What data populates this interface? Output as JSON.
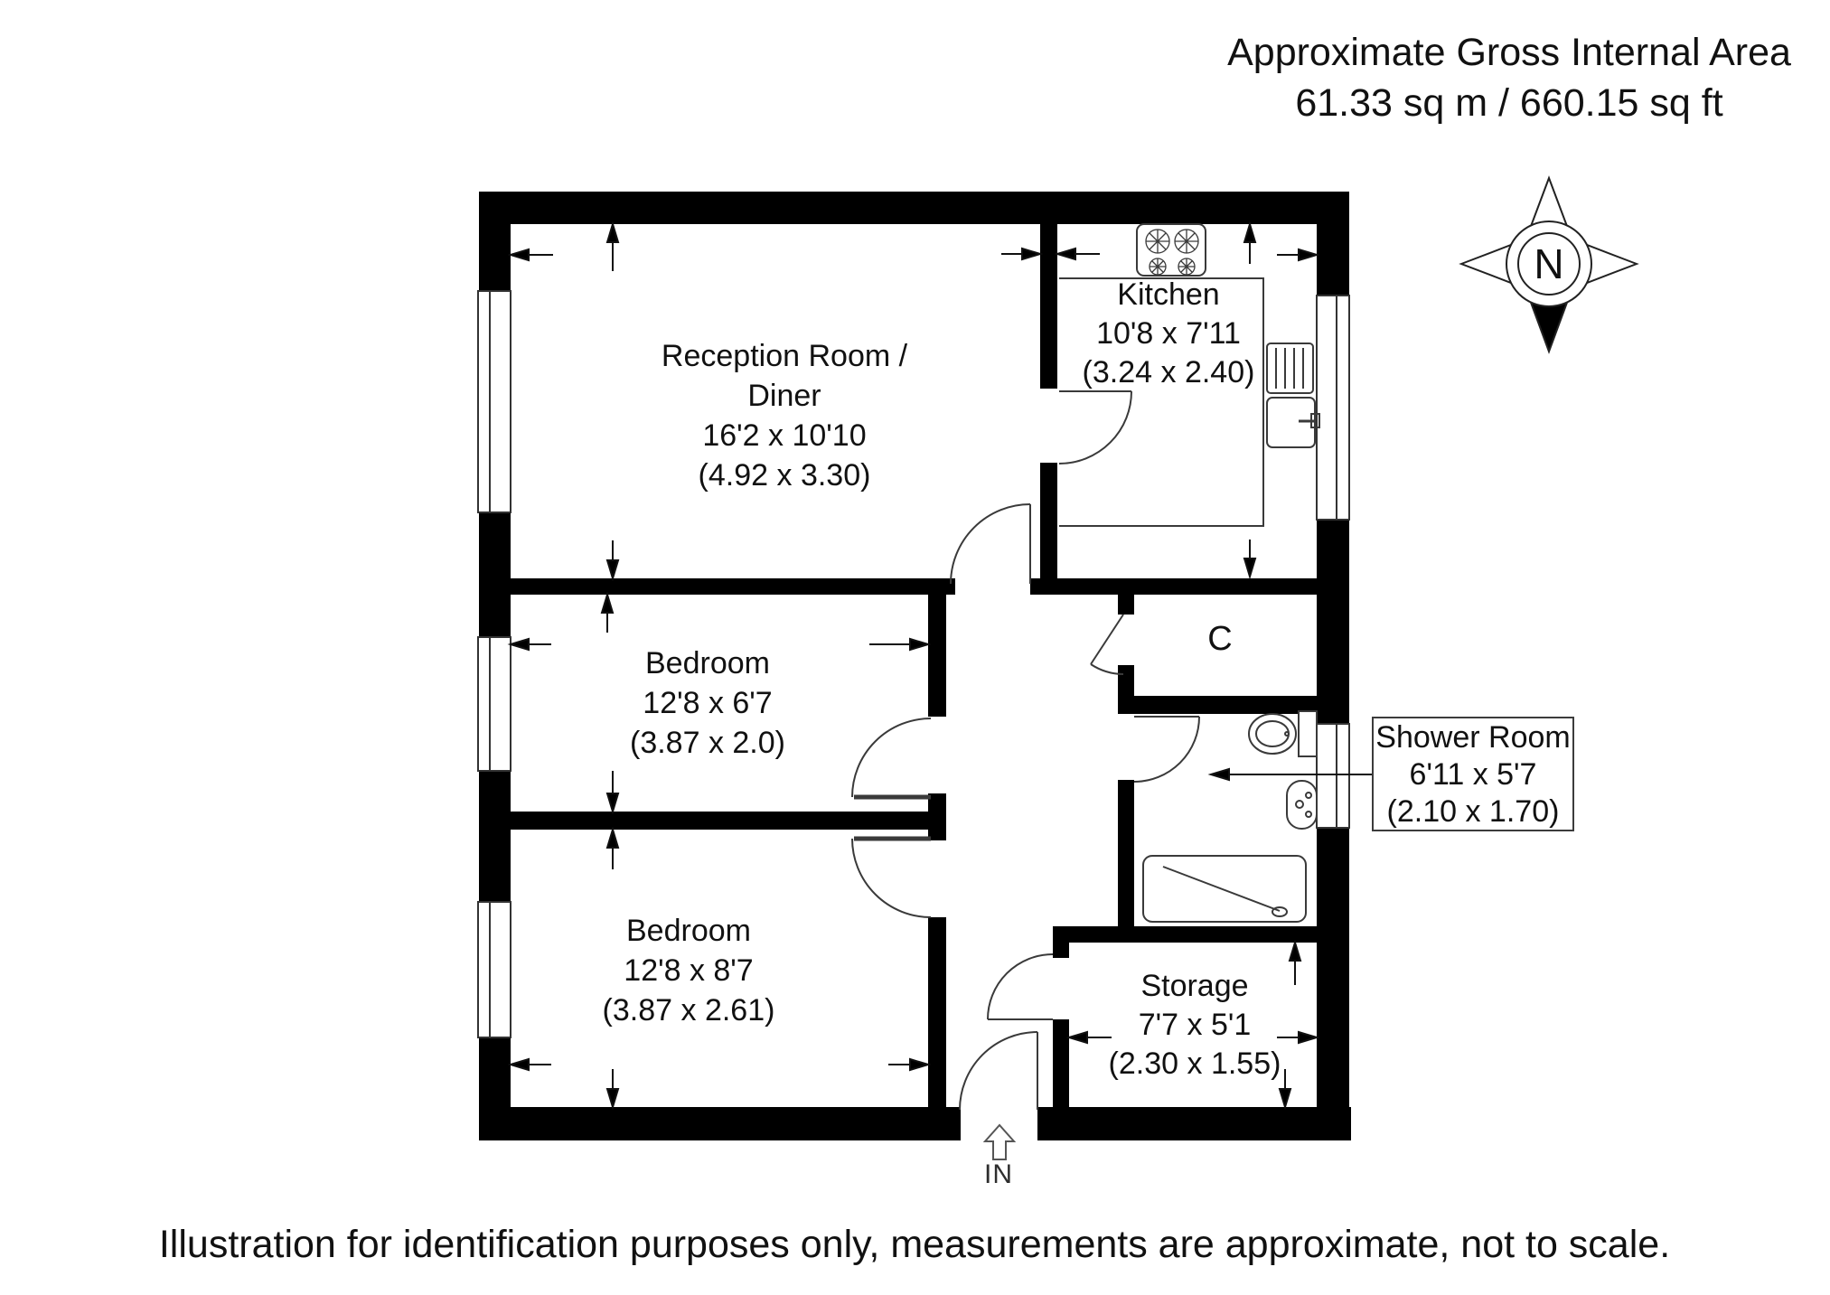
{
  "header": {
    "title_line1": "Approximate Gross Internal Area",
    "title_line2": "61.33 sq m / 660.15 sq ft"
  },
  "footer": {
    "disclaimer": "Illustration for identification purposes only, measurements are approximate, not to scale."
  },
  "compass": {
    "letter": "N"
  },
  "entrance": {
    "label": "IN"
  },
  "rooms": {
    "reception": {
      "name_line1": "Reception Room /",
      "name_line2": "Diner",
      "imperial": "16'2 x 10'10",
      "metric": "(4.92 x 3.30)"
    },
    "kitchen": {
      "name": "Kitchen",
      "imperial": "10'8 x 7'11",
      "metric": "(3.24 x 2.40)"
    },
    "bedroom1": {
      "name": "Bedroom",
      "imperial": "12'8 x 6'7",
      "metric": "(3.87 x 2.0)"
    },
    "bedroom2": {
      "name": "Bedroom",
      "imperial": "12'8 x 8'7",
      "metric": "(3.87 x 2.61)"
    },
    "cupboard": {
      "name": "C"
    },
    "shower": {
      "name": "Shower Room",
      "imperial": "6'11 x 5'7",
      "metric": "(2.10 x 1.70)"
    },
    "storage": {
      "name": "Storage",
      "imperial": "7'7 x 5'1",
      "metric": "(2.30 x 1.55)"
    }
  },
  "fixtures": [
    "hob-icon",
    "sink-icon",
    "drainer-icon",
    "toilet-icon",
    "basin-icon",
    "shower-tray-icon"
  ],
  "colors": {
    "wall": "#000000",
    "line": "#3a3a3a",
    "background": "#ffffff"
  }
}
